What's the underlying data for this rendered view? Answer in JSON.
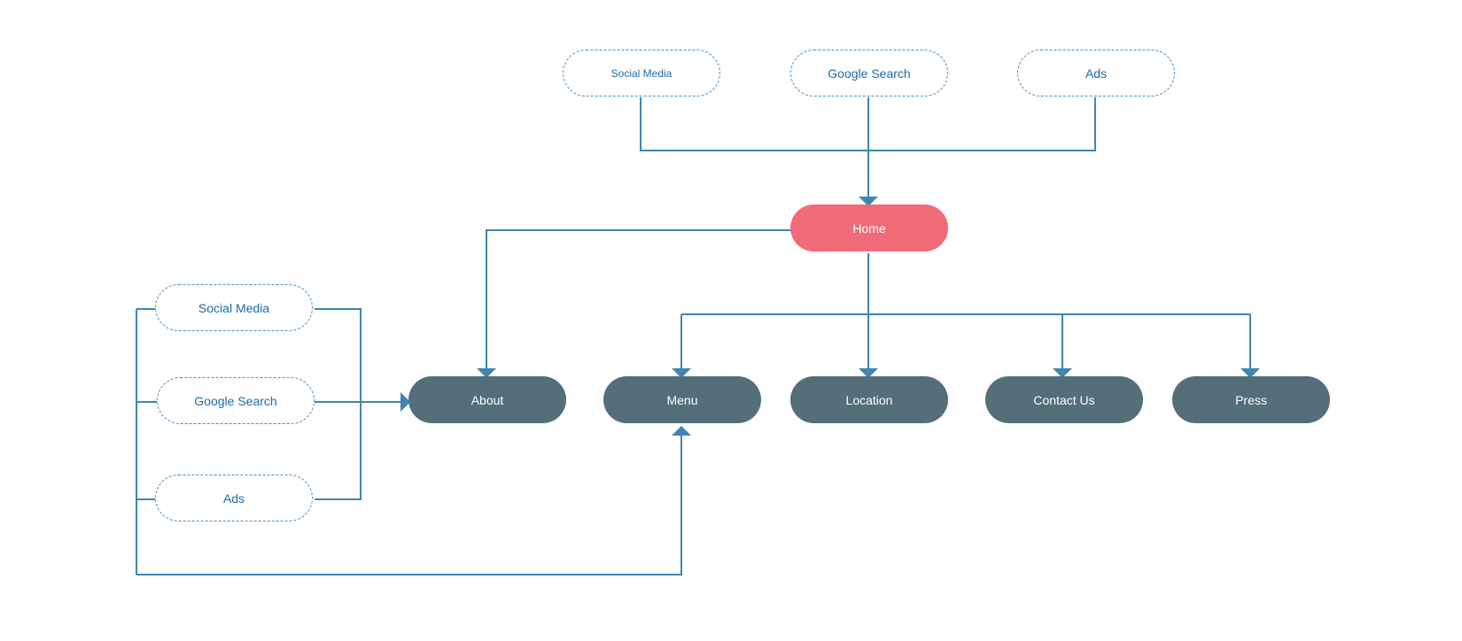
{
  "colors": {
    "connector": "#3f86b0",
    "source_border": "#4a8ec4",
    "source_text": "#1f6ba5",
    "page_fill": "#546e7a",
    "home_fill": "#f06b78"
  },
  "top_sources": [
    {
      "label": "Social Media"
    },
    {
      "label": "Google Search"
    },
    {
      "label": "Ads"
    }
  ],
  "home": {
    "label": "Home"
  },
  "pages": [
    {
      "label": "About"
    },
    {
      "label": "Menu"
    },
    {
      "label": "Location"
    },
    {
      "label": "Contact Us"
    },
    {
      "label": "Press"
    }
  ],
  "left_sources": [
    {
      "label": "Social Media"
    },
    {
      "label": "Google Search"
    },
    {
      "label": "Ads"
    }
  ]
}
